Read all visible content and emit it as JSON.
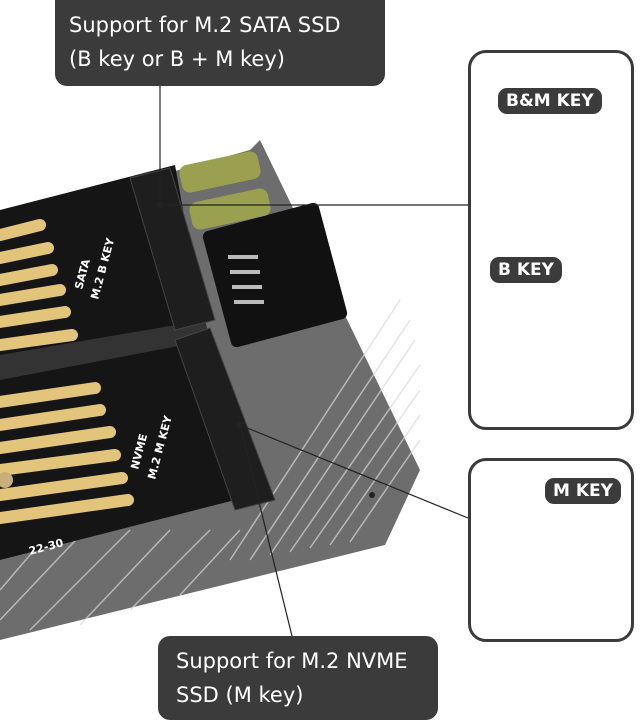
{
  "callouts": {
    "sata_line1": "Support for M.2 SATA SSD",
    "sata_line2": "(B key or B + M key)",
    "nvme_line1": "Support for M.2 NVME",
    "nvme_line2": "SSD (M key)"
  },
  "board": {
    "sata_label": "SATA",
    "b_key_label": "M.2 B KEY",
    "nvme_label": "NVME",
    "m_key_label": "M.2 M KEY",
    "size_label": "22-30"
  },
  "panels": {
    "bm_key_tag": "B&M  KEY",
    "b_key_tag": "B KEY",
    "m_key_tag": "M KEY"
  },
  "colors": {
    "callout": "#3b3b3b",
    "check": "#2eaa3c",
    "gold": "#d8b45c"
  }
}
